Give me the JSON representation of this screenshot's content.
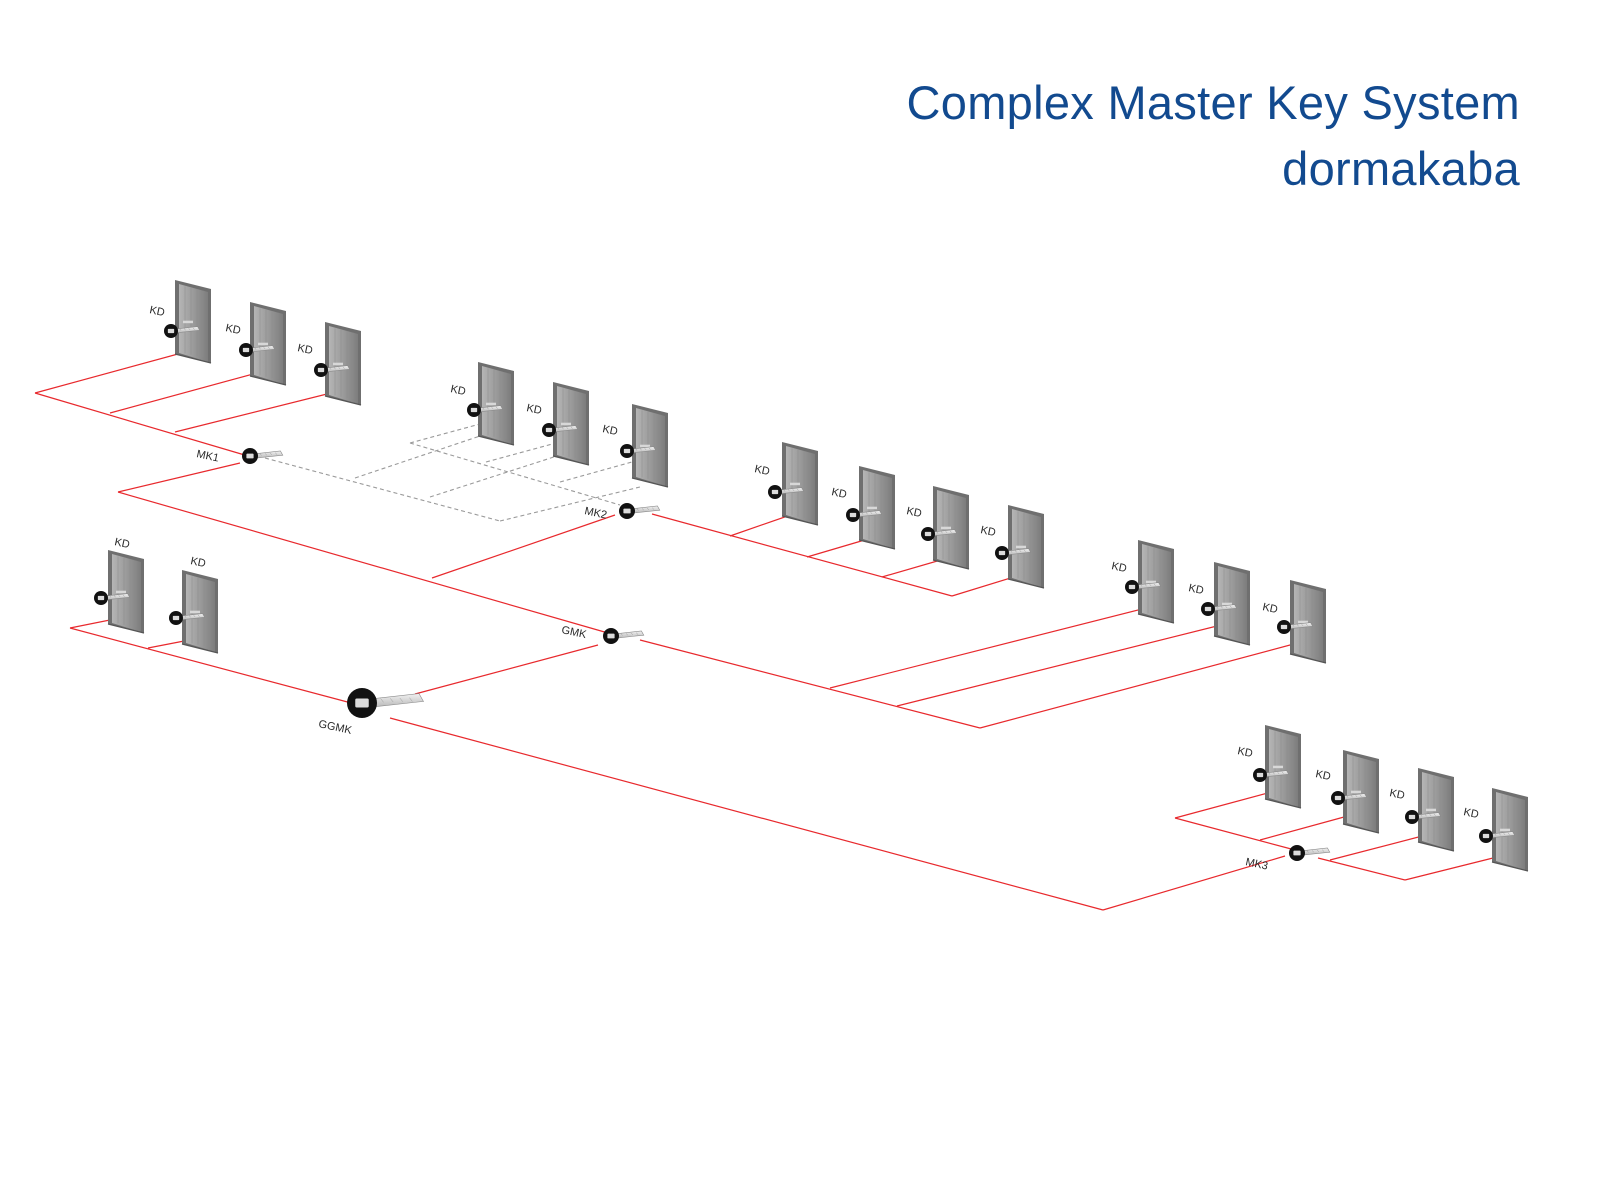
{
  "title": "Complex Master Key System",
  "subtitle": "dormakaba",
  "colors": {
    "title": "#124a8f",
    "wire": "#e8292d",
    "wire_hidden": "#9a9a9a",
    "door": "#8e8e8e",
    "key_head": "#111111"
  },
  "door_label": "KD",
  "master_labels": {
    "ggmk": "GGMK",
    "gmk": "GMK",
    "mk1": "MK1",
    "mk2": "MK2",
    "mk3": "MK3"
  }
}
